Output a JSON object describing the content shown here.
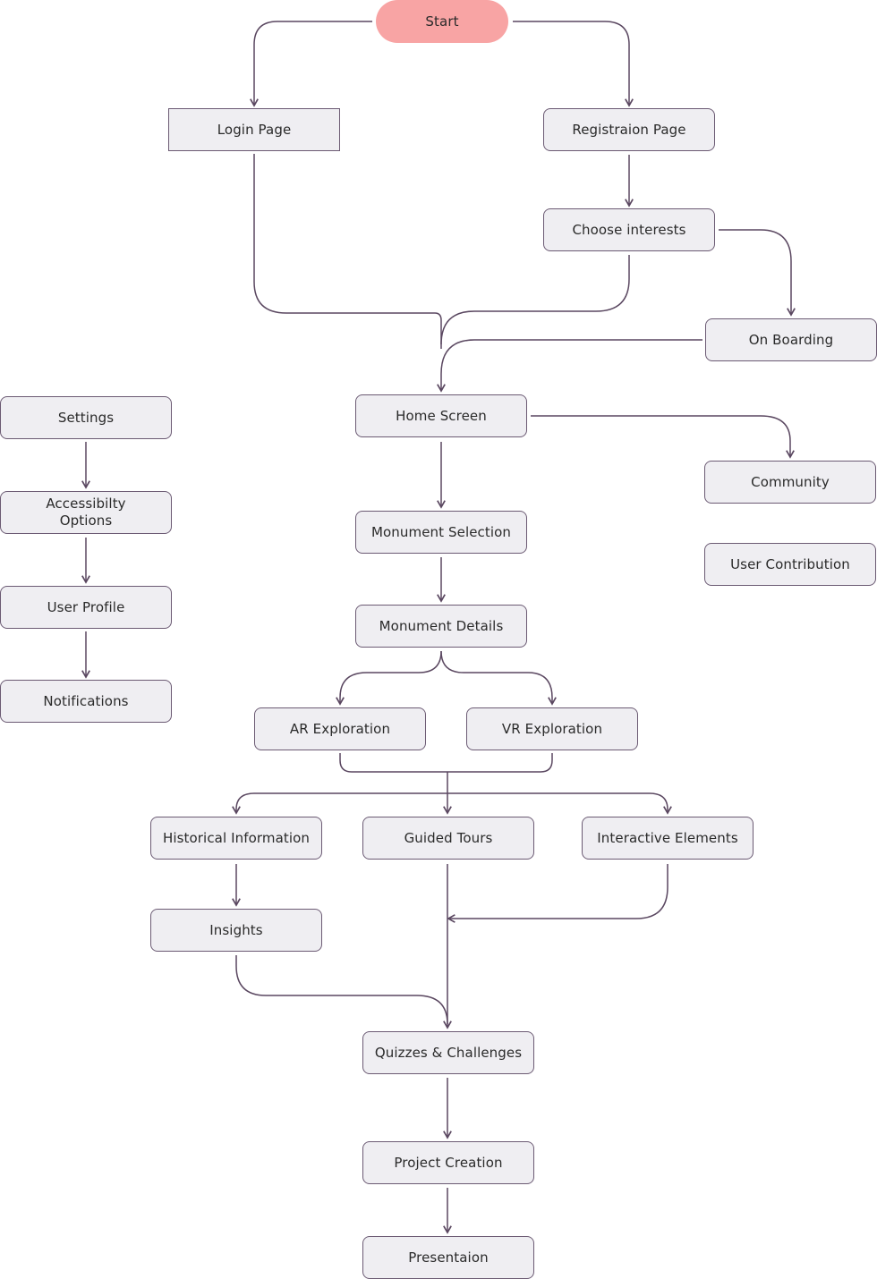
{
  "colors": {
    "start_fill": "#f8a4a4",
    "node_fill": "#efeef2",
    "node_border": "#6b5a73",
    "edge": "#5a4760"
  },
  "nodes": {
    "start": "Start",
    "login": "Login Page",
    "registration": "Registraion Page",
    "interests": "Choose interests",
    "onboarding": "On Boarding",
    "home": "Home Screen",
    "community": "Community",
    "user_contribution": "User Contribution",
    "settings": "Settings",
    "accessibility": "Accessibilty\nOptions",
    "user_profile": "User Profile",
    "notifications": "Notifications",
    "monument_selection": "Monument Selection",
    "monument_details": "Monument Details",
    "ar": "AR Exploration",
    "vr": "VR Exploration",
    "historical": "Historical Information",
    "guided": "Guided Tours",
    "interactive": "Interactive Elements",
    "insights": "Insights",
    "quizzes": "Quizzes & Challenges",
    "project": "Project Creation",
    "presentation": "Presentaion"
  }
}
